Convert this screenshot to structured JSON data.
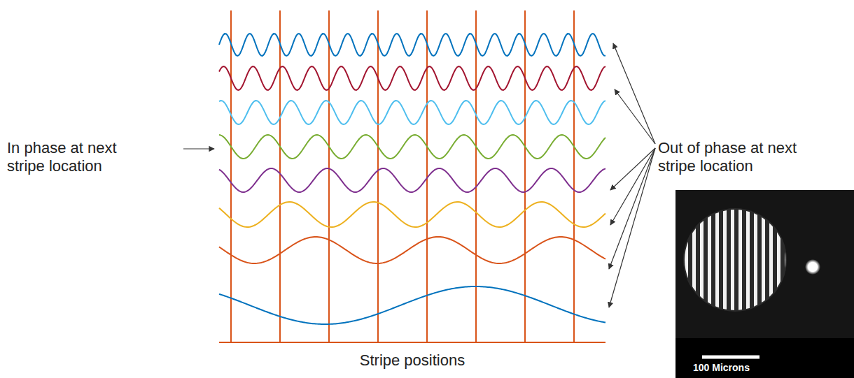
{
  "diagram": {
    "labels": [
      "In phase at next stripe location",
      "Out of phase at next stripe location",
      "Stripe positions",
      "100 Microns"
    ]
  }
}
